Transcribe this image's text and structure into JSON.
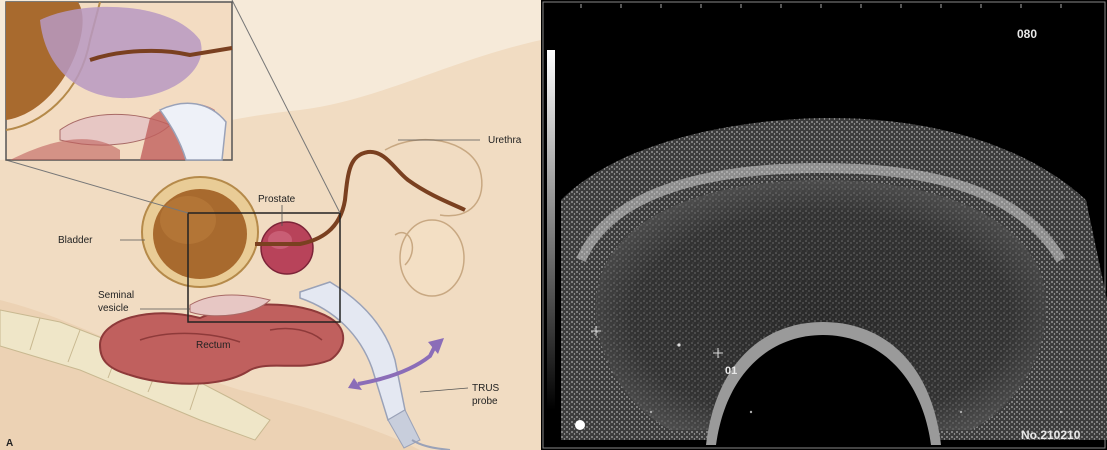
{
  "anatomy": {
    "labels": {
      "urethra": "Urethra",
      "prostate": "Prostate",
      "bladder": "Bladder",
      "seminal_vesicle_line1": "Seminal",
      "seminal_vesicle_line2": "vesicle",
      "rectum": "Rectum",
      "trus_line1": "TRUS",
      "trus_line2": "probe"
    },
    "panel_letter": "A"
  },
  "ultrasound": {
    "depth_marker": "080",
    "measurement_label": "01",
    "image_number": "No.210210"
  }
}
